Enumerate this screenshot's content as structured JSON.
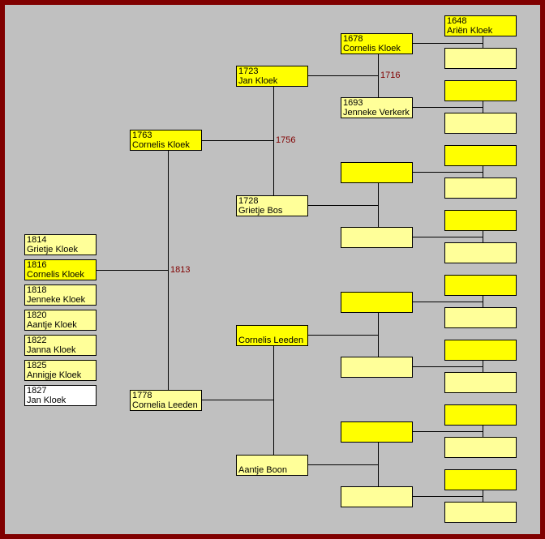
{
  "colors": {
    "border": "#800000",
    "background": "#c0c0c0",
    "male": "#ffff00",
    "female": "#ffff99",
    "selected_child": "#ffffff",
    "marriage_year": "#800000"
  },
  "children": [
    {
      "year": "1814",
      "name": "Grietje Kloek"
    },
    {
      "year": "1816",
      "name": "Cornelis Kloek"
    },
    {
      "year": "1818",
      "name": "Jenneke Kloek"
    },
    {
      "year": "1820",
      "name": "Aantje Kloek"
    },
    {
      "year": "1822",
      "name": "Janna Kloek"
    },
    {
      "year": "1825",
      "name": "Annigje Kloek"
    },
    {
      "year": "1827",
      "name": "Jan Kloek"
    }
  ],
  "parents": {
    "father": {
      "year": "1763",
      "name": "Cornelis Kloek"
    },
    "mother": {
      "year": "1778",
      "name": "Cornelia Leeden"
    },
    "marriage": "1813"
  },
  "grandparents": {
    "paternal_father": {
      "year": "1723",
      "name": "Jan Kloek"
    },
    "paternal_mother": {
      "year": "1728",
      "name": "Grietje Bos"
    },
    "paternal_marriage": "1756",
    "maternal_father": {
      "year": "",
      "name": "Cornelis Leeden"
    },
    "maternal_mother": {
      "year": "",
      "name": "Aantje Boon"
    }
  },
  "great_grandparents": [
    {
      "year": "1678",
      "name": "Cornelis Kloek"
    },
    {
      "year": "1693",
      "name": "Jenneke Verkerk"
    },
    {
      "year": "",
      "name": ""
    },
    {
      "year": "",
      "name": ""
    },
    {
      "year": "",
      "name": ""
    },
    {
      "year": "",
      "name": ""
    },
    {
      "year": "",
      "name": ""
    },
    {
      "year": "",
      "name": ""
    }
  ],
  "great_grandparents_marriage": "1716",
  "gg_grandparents": [
    {
      "year": "1648",
      "name": "Ariën Kloek"
    }
  ]
}
